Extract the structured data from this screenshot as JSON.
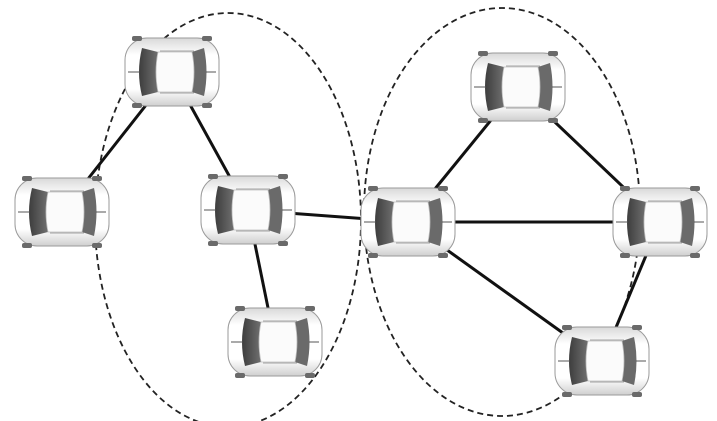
{
  "diagram": {
    "clusters": [
      {
        "id": "cluster-left",
        "members": [
          "car-1",
          "car-2",
          "car-3",
          "car-4"
        ]
      },
      {
        "id": "cluster-right",
        "members": [
          "car-5",
          "car-6",
          "car-7",
          "car-8"
        ]
      }
    ],
    "vehicles": [
      {
        "id": "car-1"
      },
      {
        "id": "car-2"
      },
      {
        "id": "car-3"
      },
      {
        "id": "car-4"
      },
      {
        "id": "car-5"
      },
      {
        "id": "car-6"
      },
      {
        "id": "car-7"
      },
      {
        "id": "car-8"
      },
      {
        "id": "car-9"
      }
    ],
    "links": [
      {
        "from": "car-9",
        "to": "car-1"
      },
      {
        "from": "car-1",
        "to": "car-2"
      },
      {
        "from": "car-2",
        "to": "car-3"
      },
      {
        "from": "car-2",
        "to": "car-5"
      },
      {
        "from": "car-5",
        "to": "car-6"
      },
      {
        "from": "car-5",
        "to": "car-7"
      },
      {
        "from": "car-5",
        "to": "car-8"
      },
      {
        "from": "car-6",
        "to": "car-7"
      },
      {
        "from": "car-7",
        "to": "car-8"
      }
    ],
    "colors": {
      "link": "#111111",
      "cluster_outline": "#222222",
      "car_body": "#f1f1f1",
      "car_cabin": "#5c5c5c",
      "car_roof": "#fbfbfb"
    }
  }
}
